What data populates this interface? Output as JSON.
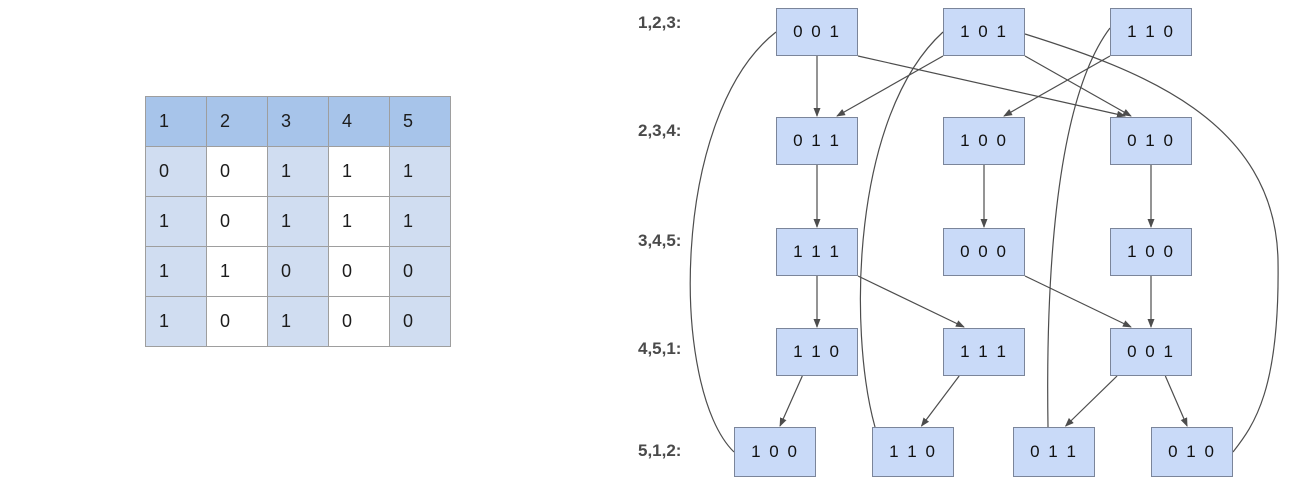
{
  "table": {
    "headers": [
      "1",
      "2",
      "3",
      "4",
      "5"
    ],
    "rows": [
      [
        "0",
        "0",
        "1",
        "1",
        "1"
      ],
      [
        "1",
        "0",
        "1",
        "1",
        "1"
      ],
      [
        "1",
        "1",
        "0",
        "0",
        "0"
      ],
      [
        "1",
        "0",
        "1",
        "0",
        "0"
      ]
    ],
    "header_fill": "#a7c4ea",
    "shaded_cell_fill": "#d0ddf1",
    "unshaded_cell_fill": "#ffffff",
    "border_color": "#9e9e9e"
  },
  "diagram": {
    "row_labels": [
      "1,2,3:",
      "2,3,4:",
      "3,4,5:",
      "4,5,1:",
      "5,1,2:"
    ],
    "node_fill": "#c9daf8",
    "node_border": "#7b859a",
    "edge_color": "#4d4d4d",
    "label_color": "#4a4a4a",
    "nodes": [
      {
        "id": "r1c1",
        "row": 1,
        "col": 1,
        "label": "0 0 1"
      },
      {
        "id": "r1c2",
        "row": 1,
        "col": 2,
        "label": "1 0 1"
      },
      {
        "id": "r1c3",
        "row": 1,
        "col": 3,
        "label": "1 1 0"
      },
      {
        "id": "r2c1",
        "row": 2,
        "col": 1,
        "label": "0 1 1"
      },
      {
        "id": "r2c2",
        "row": 2,
        "col": 2,
        "label": "1 0 0"
      },
      {
        "id": "r2c3",
        "row": 2,
        "col": 3,
        "label": "0 1 0"
      },
      {
        "id": "r3c1",
        "row": 3,
        "col": 1,
        "label": "1 1 1"
      },
      {
        "id": "r3c2",
        "row": 3,
        "col": 2,
        "label": "0 0 0"
      },
      {
        "id": "r3c3",
        "row": 3,
        "col": 3,
        "label": "1 0 0"
      },
      {
        "id": "r4c1",
        "row": 4,
        "col": 1,
        "label": "1 1 0"
      },
      {
        "id": "r4c2",
        "row": 4,
        "col": 2,
        "label": "1 1 1"
      },
      {
        "id": "r4c3",
        "row": 4,
        "col": 3,
        "label": "0 0 1"
      },
      {
        "id": "r5c1",
        "row": 5,
        "col": 1,
        "label": "1 0 0"
      },
      {
        "id": "r5c2",
        "row": 5,
        "col": 2,
        "label": "1 1 0"
      },
      {
        "id": "r5c3",
        "row": 5,
        "col": 3,
        "label": "0 1 1"
      },
      {
        "id": "r5c4",
        "row": 5,
        "col": 4,
        "label": "0 1 0"
      }
    ],
    "edges": [
      {
        "from": "r1c1",
        "to": "r2c1"
      },
      {
        "from": "r1c1",
        "to": "r2c3"
      },
      {
        "from": "r1c2",
        "to": "r2c1"
      },
      {
        "from": "r1c2",
        "to": "r2c3"
      },
      {
        "from": "r1c3",
        "to": "r2c2"
      },
      {
        "from": "r2c1",
        "to": "r3c1"
      },
      {
        "from": "r2c2",
        "to": "r3c2"
      },
      {
        "from": "r2c3",
        "to": "r3c3"
      },
      {
        "from": "r3c1",
        "to": "r4c1"
      },
      {
        "from": "r3c1",
        "to": "r4c2"
      },
      {
        "from": "r3c2",
        "to": "r4c3"
      },
      {
        "from": "r3c3",
        "to": "r4c3"
      },
      {
        "from": "r4c1",
        "to": "r5c1"
      },
      {
        "from": "r4c2",
        "to": "r5c2"
      },
      {
        "from": "r4c3",
        "to": "r5c3"
      },
      {
        "from": "r4c3",
        "to": "r5c4"
      },
      {
        "from": "r5c1",
        "to": "r1c1",
        "type": "wrap",
        "side": "left"
      },
      {
        "from": "r5c2",
        "to": "r1c2",
        "type": "wrap",
        "side": "mid-left"
      },
      {
        "from": "r5c3",
        "to": "r1c3",
        "type": "wrap",
        "side": "mid-right"
      },
      {
        "from": "r5c4",
        "to": "r1c2",
        "type": "wrap",
        "side": "right"
      }
    ]
  }
}
